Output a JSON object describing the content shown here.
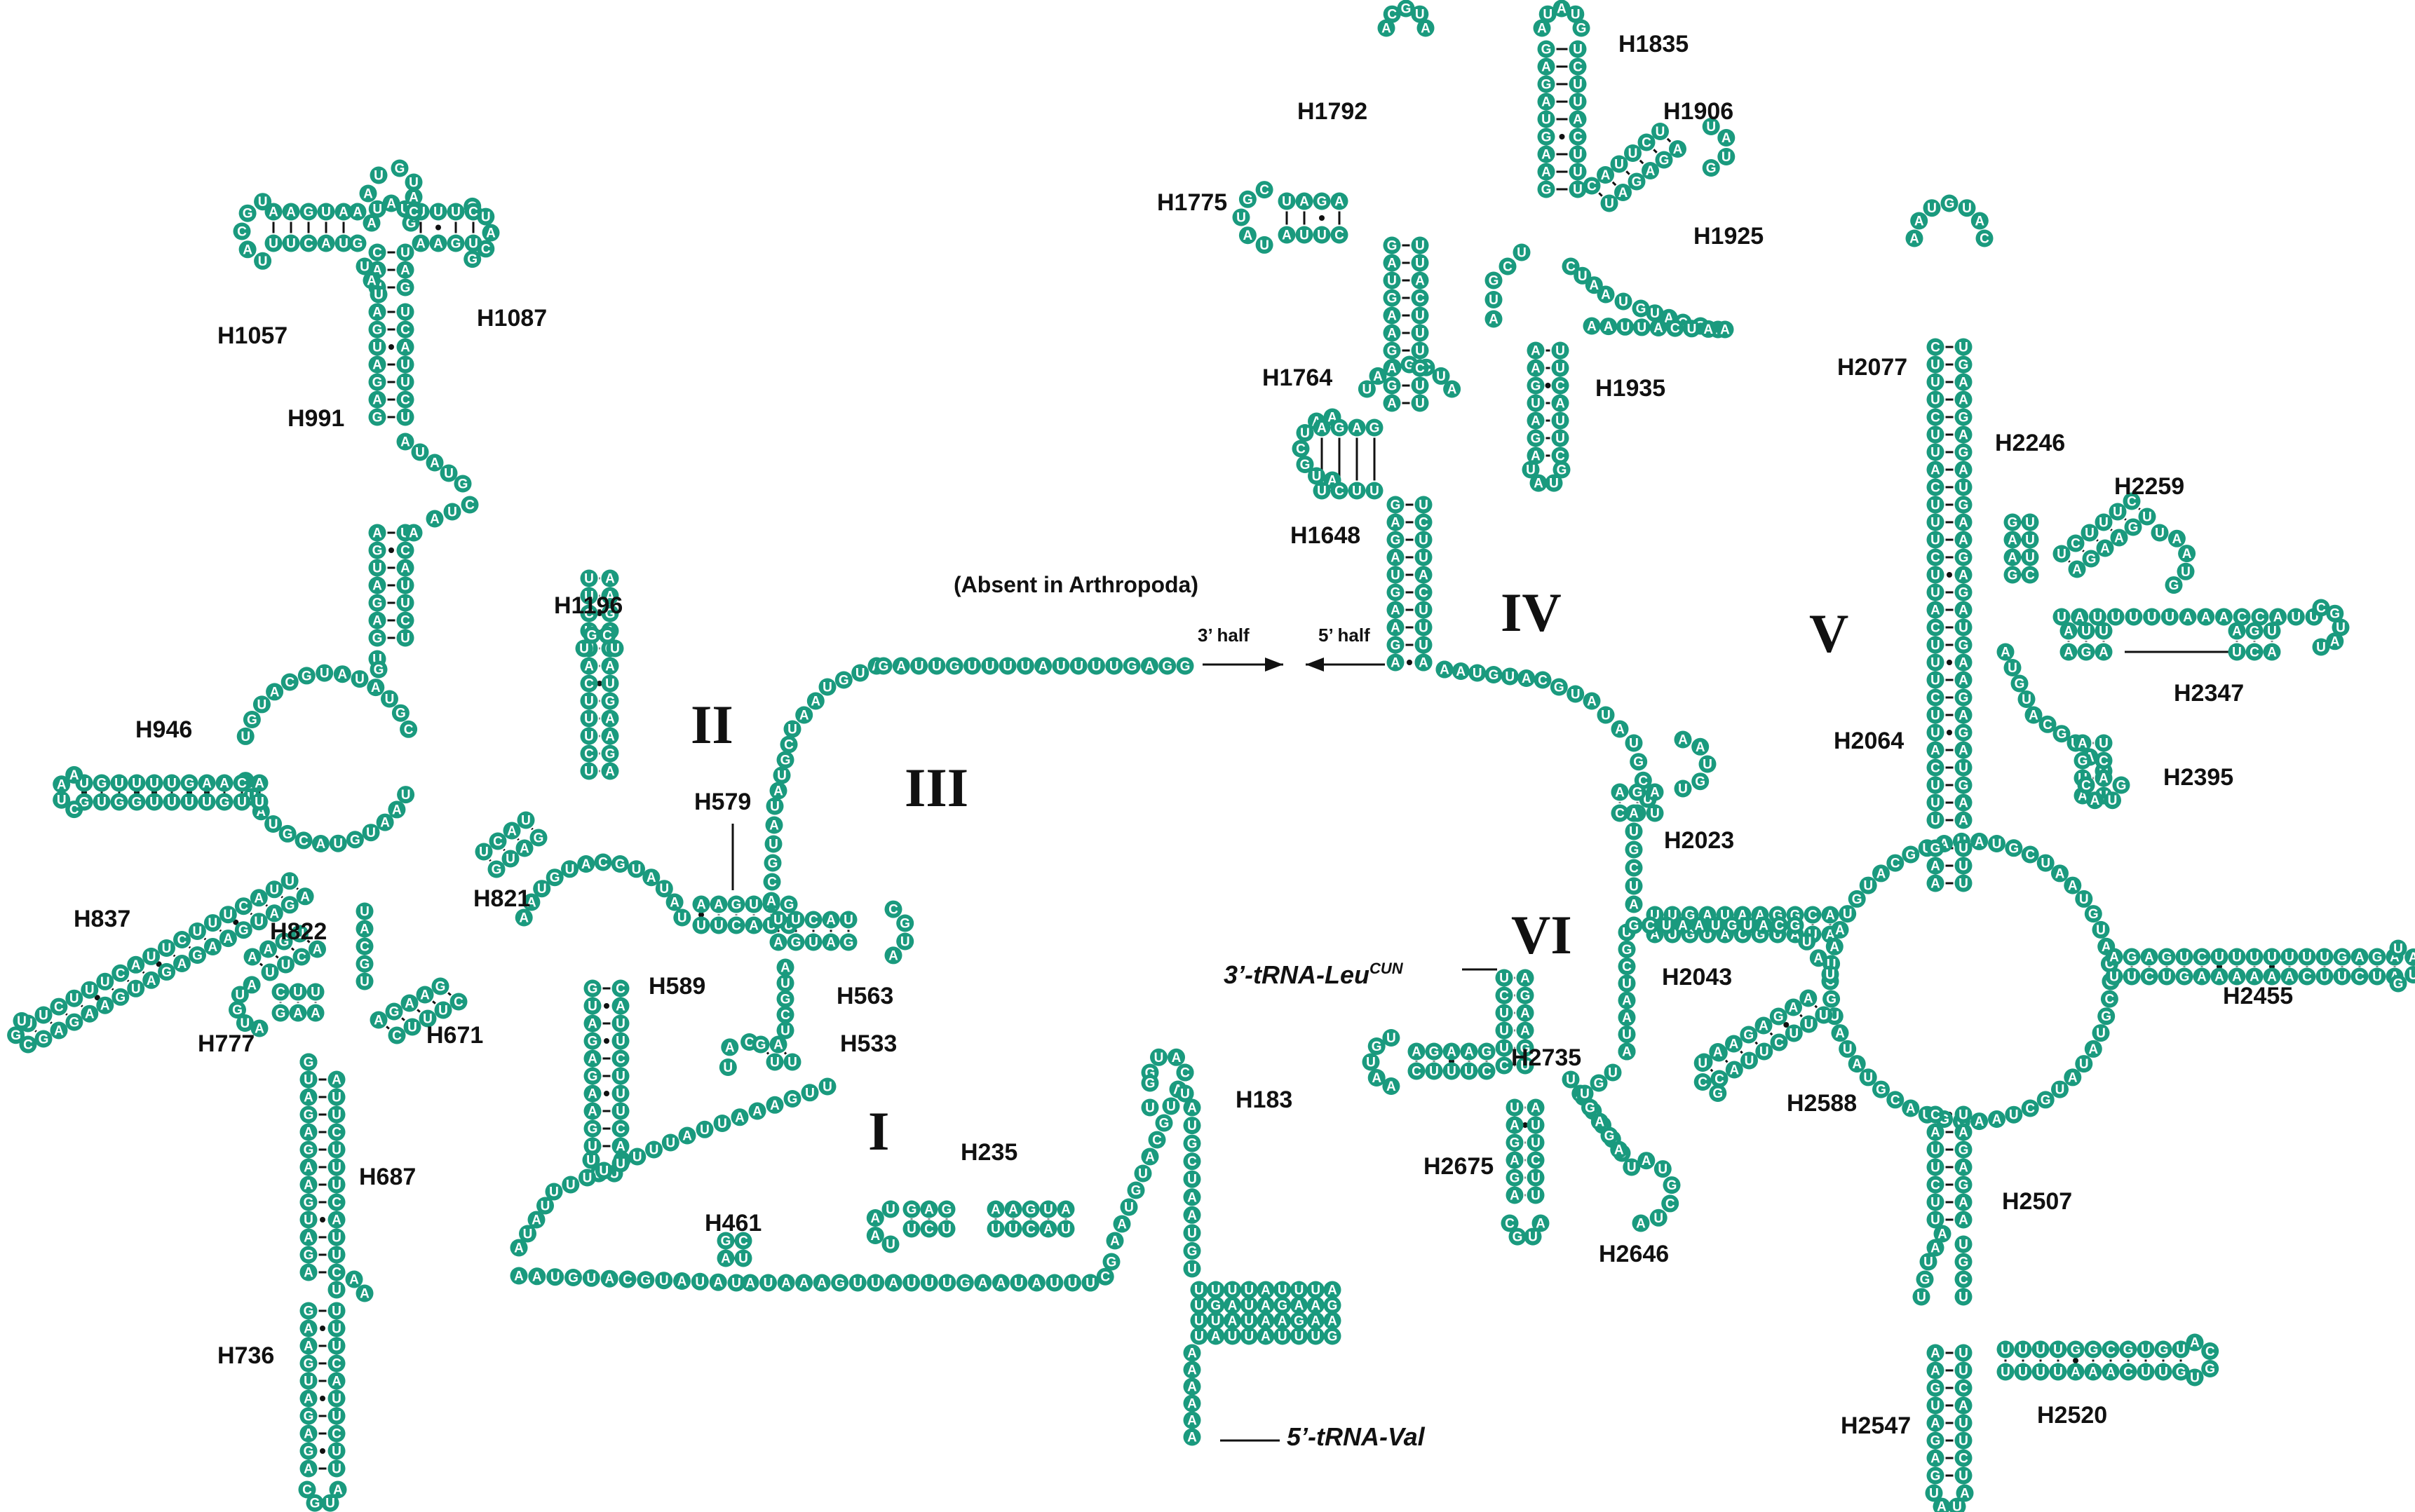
{
  "colors": {
    "nucleotide": "#1a9a7e",
    "nucleotide_text": "#ffffff",
    "line": "#111111"
  },
  "domains": {
    "I": "I",
    "II": "II",
    "III": "III",
    "IV": "IV",
    "V": "V",
    "VI": "VI"
  },
  "helices": {
    "H1057": "H1057",
    "H1087": "H1087",
    "H991": "H991",
    "H946": "H946",
    "H837": "H837",
    "H822": "H822",
    "H821": "H821",
    "H777": "H777",
    "H671": "H671",
    "H687": "H687",
    "H736": "H736",
    "H1196": "H1196",
    "H579": "H579",
    "H589": "H589",
    "H563": "H563",
    "H533": "H533",
    "H461": "H461",
    "H235": "H235",
    "H183": "H183",
    "H1792": "H1792",
    "H1835": "H1835",
    "H1906": "H1906",
    "H1775": "H1775",
    "H1925": "H1925",
    "H1764": "H1764",
    "H1935": "H1935",
    "H1648": "H1648",
    "H2023": "H2023",
    "H2043": "H2043",
    "H2735": "H2735",
    "H2675": "H2675",
    "H2646": "H2646",
    "H2077": "H2077",
    "H2246": "H2246",
    "H2259": "H2259",
    "H2347": "H2347",
    "H2064": "H2064",
    "H2395": "H2395",
    "H2588": "H2588",
    "H2455": "H2455",
    "H2507": "H2507",
    "H2547": "H2547",
    "H2520": "H2520"
  },
  "annotations": {
    "absent_note": "(Absent in Arthropoda)",
    "three_half": "3’ half",
    "five_half": "5’ half",
    "trna_leu_prefix": "3’-tRNA-Leu",
    "trna_leu_superscript": "CUN",
    "trna_val": "5’-tRNA-Val"
  },
  "sequences": {
    "domain_III_IV_linker": "GAUUGUUUUAUUUUGAGGGUGCCCUGUAA",
    "domain_I_lower_strand": "AUAAAGUUAUUUGAAUAUUUUUUUGAUAGUAAAGUUG",
    "domain_I_diagonal": "UUGAAAUUAUUUUUUUUUAUAAAGG",
    "domain_I_3prime_block_rows": [
      "UUUUAUUUAU",
      "UGAUAGAAGG",
      "UUAUAAGAAG",
      "UAUUAUUUGA"
    ],
    "domain_I_5prime_tail": "AAAAAAAU",
    "H2455_upper": "UCUUUUUUUGAGA",
    "H2455_lower": "GAAAAAACUUCU",
    "H2520_upper": "UUUUGGCGUGUA",
    "H2520_lower": "UUUUAAACUUGUAG",
    "H2347_upper": "UAUUUUUAAACCAUUGA",
    "H2043_upper": "UUGAUAAGGCA",
    "H946_upper": "UGUUUUGAACAUUG",
    "H946_lower": "GUGGUUUUGUUAA",
    "H1935_strand": "AAUUACUAAUU"
  }
}
